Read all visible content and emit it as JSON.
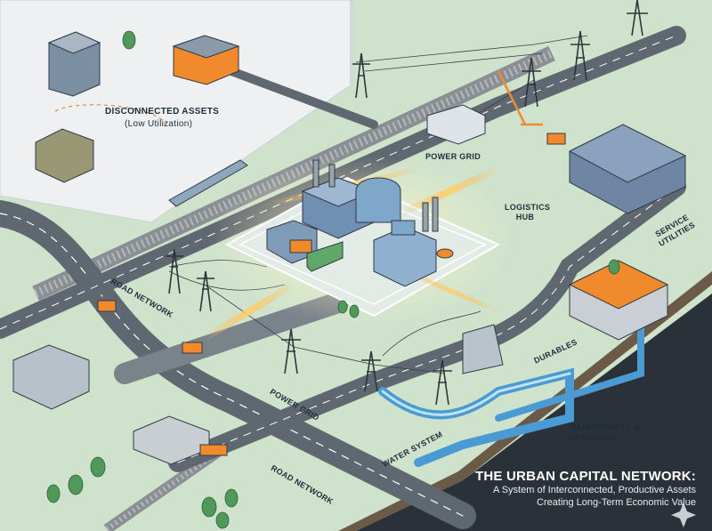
{
  "labels": {
    "disconnected_assets": "DISCONNECTED ASSETS",
    "low_utilization": "(Low Utilization)",
    "power_grid_top": "POWER GRID",
    "logistics_hub": "LOGISTICS HUB",
    "service_utilities": "SERVICE UTILITIES",
    "road_network_left": "ROAD NETWORK",
    "durables": "DURABLES",
    "power_grid_bottom": "POWER GRID",
    "maintenance": "MAINTENANCE & UPGRADES",
    "water_system": "WATER SYSTEM",
    "road_network_bottom": "ROAD NETWORK"
  },
  "title": {
    "main": "THE URBAN CAPITAL NETWORK:",
    "line1": "A System of Interconnected, Productive Assets",
    "line2": "Creating Long-Term Economic Value"
  },
  "colors": {
    "ground": "#cfe3cc",
    "road": "#5f6870",
    "rail": "#8a8f94",
    "water": "#4a9bd4",
    "accent": "#f08a2c",
    "dark_panel": "#2b3138"
  },
  "icons": [
    "factory-icon",
    "warehouse-icon",
    "pylon-icon",
    "crane-icon",
    "truck-icon",
    "train-icon",
    "tree-icon",
    "pipe-icon",
    "sparkle-icon"
  ]
}
